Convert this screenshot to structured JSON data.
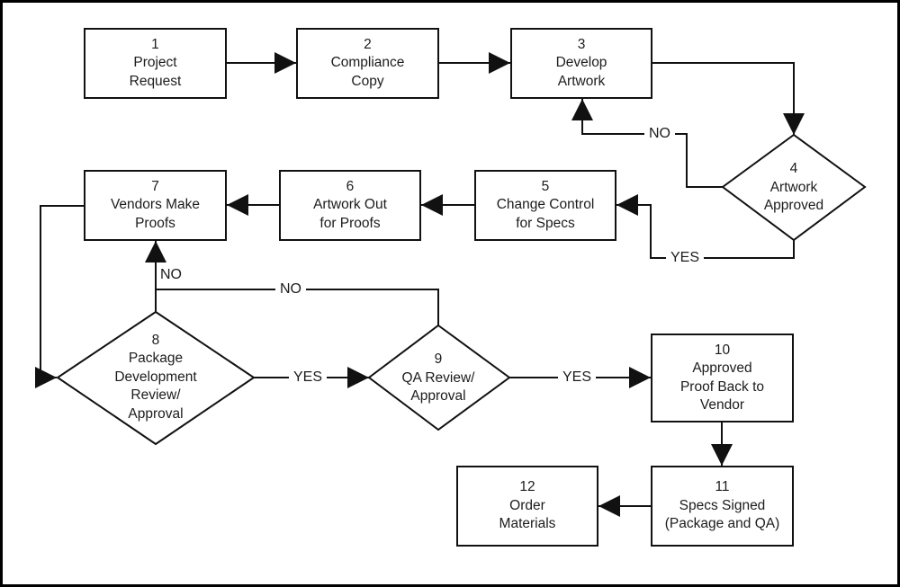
{
  "diagram": {
    "type": "flowchart",
    "background_color": "#ffffff",
    "line_color": "#111111",
    "text_color": "#1c1c1c"
  },
  "nodes": [
    {
      "id": "1",
      "type": "process",
      "text": "1\nProject\nRequest"
    },
    {
      "id": "2",
      "type": "process",
      "text": "2\nCompliance\nCopy"
    },
    {
      "id": "3",
      "type": "process",
      "text": "3\nDevelop\nArtwork"
    },
    {
      "id": "4",
      "type": "decision",
      "text": "4\nArtwork\nApproved"
    },
    {
      "id": "5",
      "type": "process",
      "text": "5\nChange Control\nfor Specs"
    },
    {
      "id": "6",
      "type": "process",
      "text": "6\nArtwork Out\nfor Proofs"
    },
    {
      "id": "7",
      "type": "process",
      "text": "7\nVendors Make\nProofs"
    },
    {
      "id": "8",
      "type": "decision",
      "text": "8\nPackage\nDevelopment\nReview/\nApproval"
    },
    {
      "id": "9",
      "type": "decision",
      "text": "9\nQA Review/\nApproval"
    },
    {
      "id": "10",
      "type": "process",
      "text": "10\nApproved\nProof Back to\nVendor"
    },
    {
      "id": "11",
      "type": "process",
      "text": "11\nSpecs Signed\n(Package and QA)"
    },
    {
      "id": "12",
      "type": "process",
      "text": "12\nOrder\nMaterials"
    }
  ],
  "edges": [
    {
      "from": "1",
      "to": "2",
      "label": ""
    },
    {
      "from": "2",
      "to": "3",
      "label": ""
    },
    {
      "from": "3",
      "to": "4",
      "label": ""
    },
    {
      "from": "4",
      "to": "3",
      "label": "NO"
    },
    {
      "from": "4",
      "to": "5",
      "label": "YES"
    },
    {
      "from": "5",
      "to": "6",
      "label": ""
    },
    {
      "from": "6",
      "to": "7",
      "label": ""
    },
    {
      "from": "7",
      "to": "8",
      "label": ""
    },
    {
      "from": "8",
      "to": "7",
      "label": "NO"
    },
    {
      "from": "9",
      "to": "7",
      "label": "NO"
    },
    {
      "from": "8",
      "to": "9",
      "label": "YES"
    },
    {
      "from": "9",
      "to": "10",
      "label": "YES"
    },
    {
      "from": "10",
      "to": "11",
      "label": ""
    },
    {
      "from": "11",
      "to": "12",
      "label": ""
    }
  ]
}
